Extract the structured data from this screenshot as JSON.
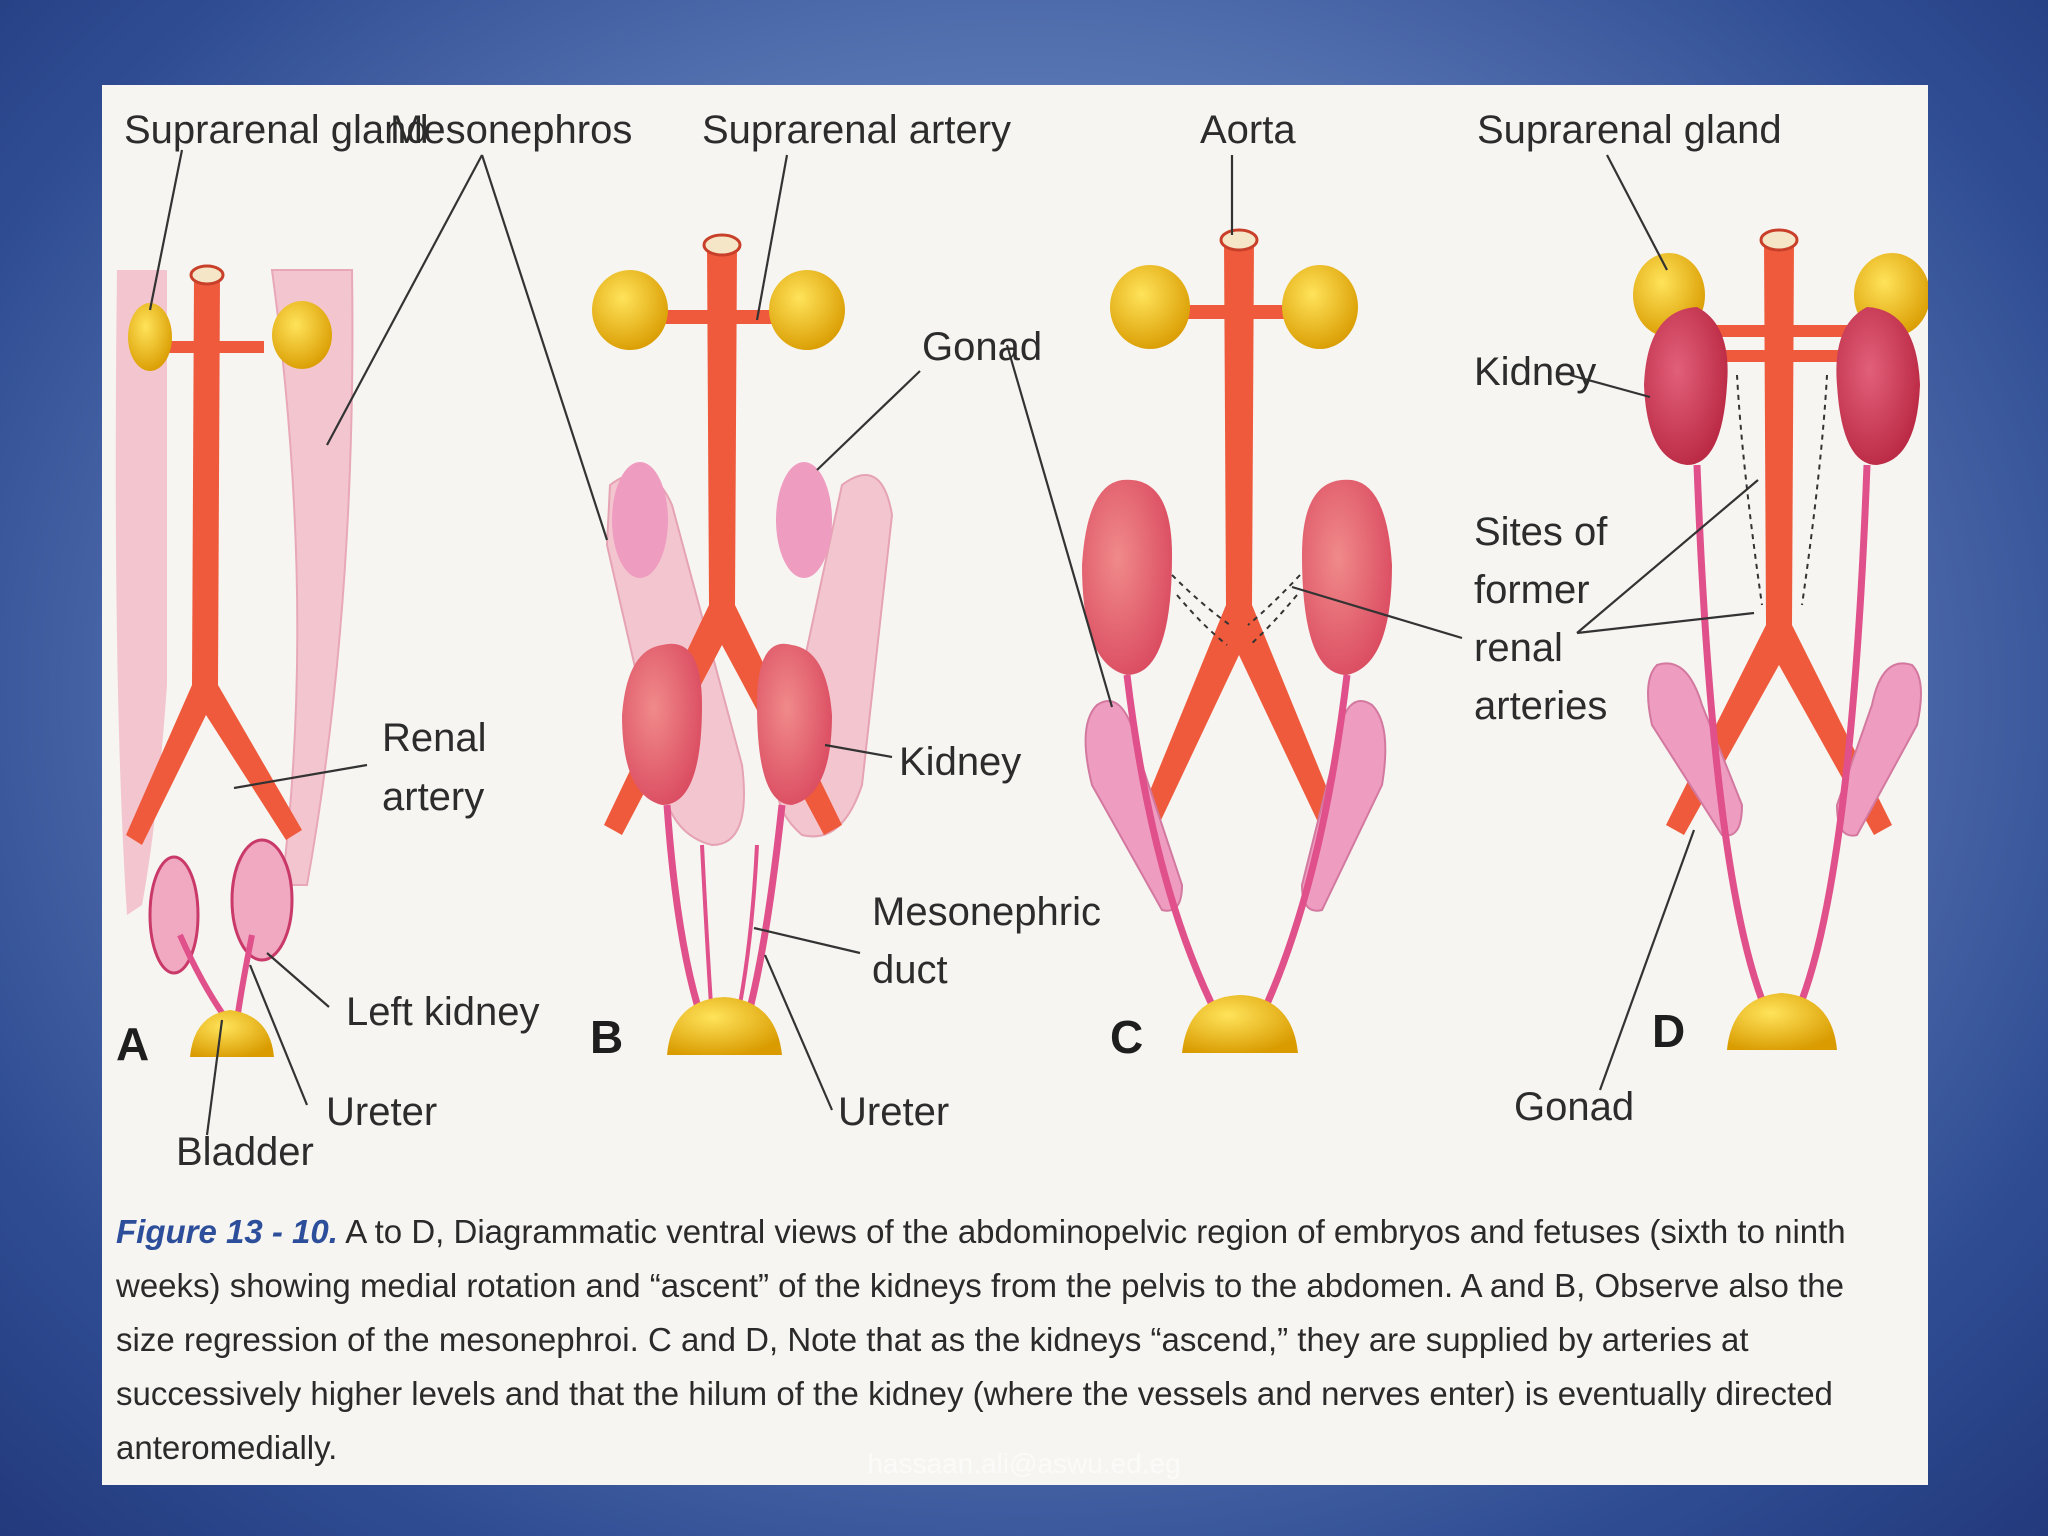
{
  "labels": {
    "suprarenal_gland_a": "Suprarenal gland",
    "mesonephros": "Mesonephros",
    "suprarenal_artery": "Suprarenal artery",
    "aorta": "Aorta",
    "suprarenal_gland_d": "Suprarenal gland",
    "gonad_b": "Gonad",
    "kidney_d": "Kidney",
    "sites_line1": "Sites of",
    "sites_line2": "former",
    "sites_line3": "renal",
    "sites_line4": "arteries",
    "renal_line1": "Renal",
    "renal_line2": "artery",
    "kidney_b": "Kidney",
    "mesonephric_line1": "Mesonephric",
    "mesonephric_line2": "duct",
    "left_kidney": "Left kidney",
    "ureter_a": "Ureter",
    "ureter_b": "Ureter",
    "bladder": "Bladder",
    "gonad_d": "Gonad"
  },
  "panels": {
    "a": "A",
    "b": "B",
    "c": "C",
    "d": "D"
  },
  "caption": {
    "figure_number": "Figure 13 - 10.",
    "text": " A to D, Diagrammatic ventral views of the abdominopelvic region of embryos and fetuses (sixth to ninth weeks) showing medial rotation and “ascent” of the kidneys from the pelvis to the abdomen. A and B, Observe also the size regression of the mesonephroi. C and D, Note that as the kidneys “ascend,” they are supplied by arteries at successively higher levels and that the hilum of the kidney (where the vessels and nerves enter) is eventually directed anteromedially."
  },
  "watermark": "hassaan.ali@aswu.ed.eg",
  "colors": {
    "aorta": "#ef5a3c",
    "suprarenal": "#f1c20f",
    "kidney": "#d9475e",
    "mesonephros": "#f3c6cf",
    "gonad": "#ef9cc1",
    "bladder": "#f2c21a",
    "ureter": "#e0508a"
  }
}
